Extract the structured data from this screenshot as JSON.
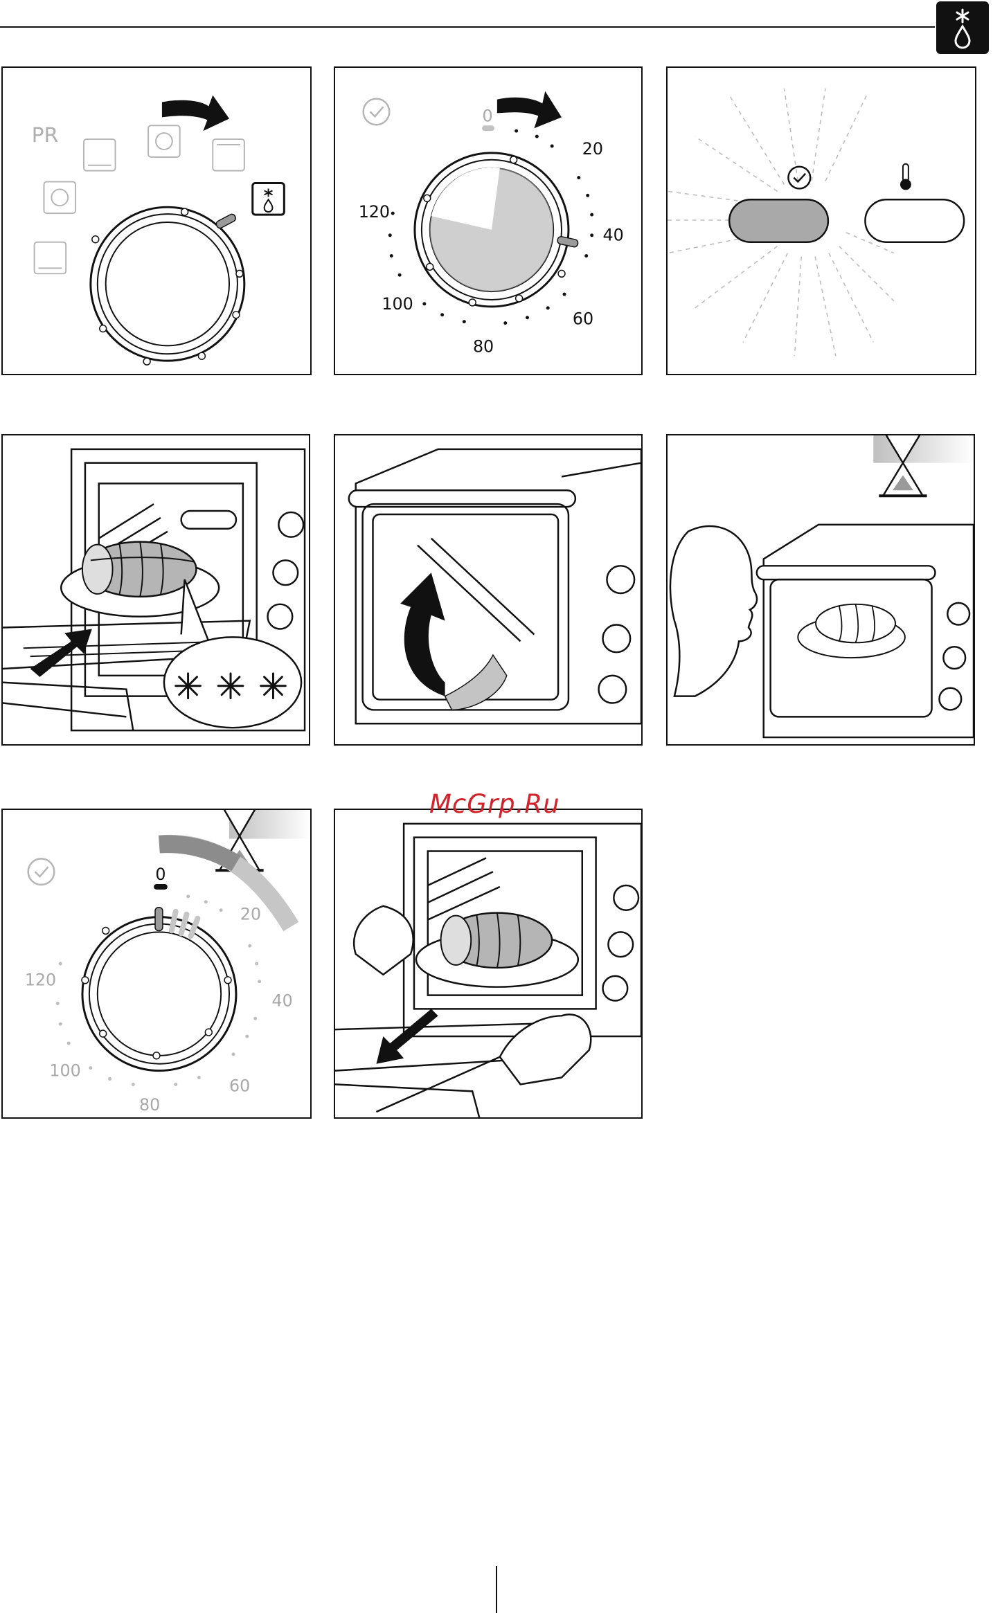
{
  "panels": {
    "p1": {
      "mode_label": "PR"
    },
    "p2": {
      "dial_labels": [
        "0",
        "20",
        "40",
        "60",
        "80",
        "100",
        "120"
      ]
    },
    "p7": {
      "dial_labels": [
        "0",
        "20",
        "40",
        "60",
        "80",
        "100",
        "120"
      ]
    }
  },
  "watermark": "McGrp.Ru",
  "icons": {
    "header": "defrost-icon",
    "clock": "clock-icon",
    "thermometer": "thermometer-icon",
    "hourglass": "hourglass-icon",
    "snowflake": "snowflake-icon"
  }
}
